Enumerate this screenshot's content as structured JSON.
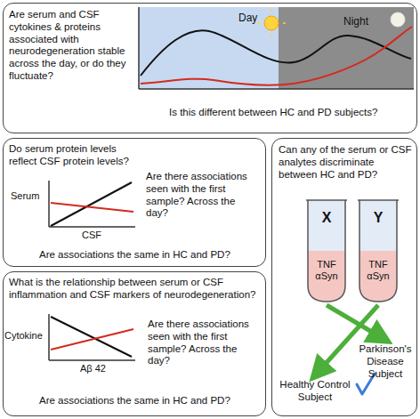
{
  "diagram": {
    "nodes": [
      {
        "text": [
          "Are serum and CSF cytokines & proteins associated with neurodegeneration stable across the day, or do they fluctuate?",
          "Is this different between HC and PD subjects?"
        ]
      },
      {
        "text": [
          "Do serum protein levels reflect CSF protein levels?",
          "Are there associations seen with the first sample? Across the day?",
          "Are associations the same in HC and PD?"
        ]
      },
      {
        "text": [
          "What is the relationship between serum or CSF inflammation and CSF markers of neurodegeneration?",
          "Are there associations seen with the first sample? Across the day?",
          "Are associations the same in HC and PD?"
        ]
      },
      {
        "text": [
          "Can any of the serum or CSF analytes discriminate between HC and PD?"
        ]
      },
      {
        "text": [
          "X",
          "TNF αSyn"
        ],
        "in": 3
      },
      {
        "text": [
          "Y",
          "TNF αSyn"
        ],
        "in": 3
      },
      {
        "text": [
          "Healthy Control Subject"
        ],
        "in": 3
      },
      {
        "text": [
          "Parkinson's Disease Subject"
        ],
        "in": 3
      }
    ],
    "edges": [
      {
        "from": 4,
        "to": 7,
        "arrow": "to"
      },
      {
        "from": 5,
        "to": 6,
        "arrow": "to"
      }
    ],
    "labels": [
      "Day",
      "Night",
      "Serum",
      "CSF",
      "Cytokine",
      "Aβ 42"
    ]
  }
}
